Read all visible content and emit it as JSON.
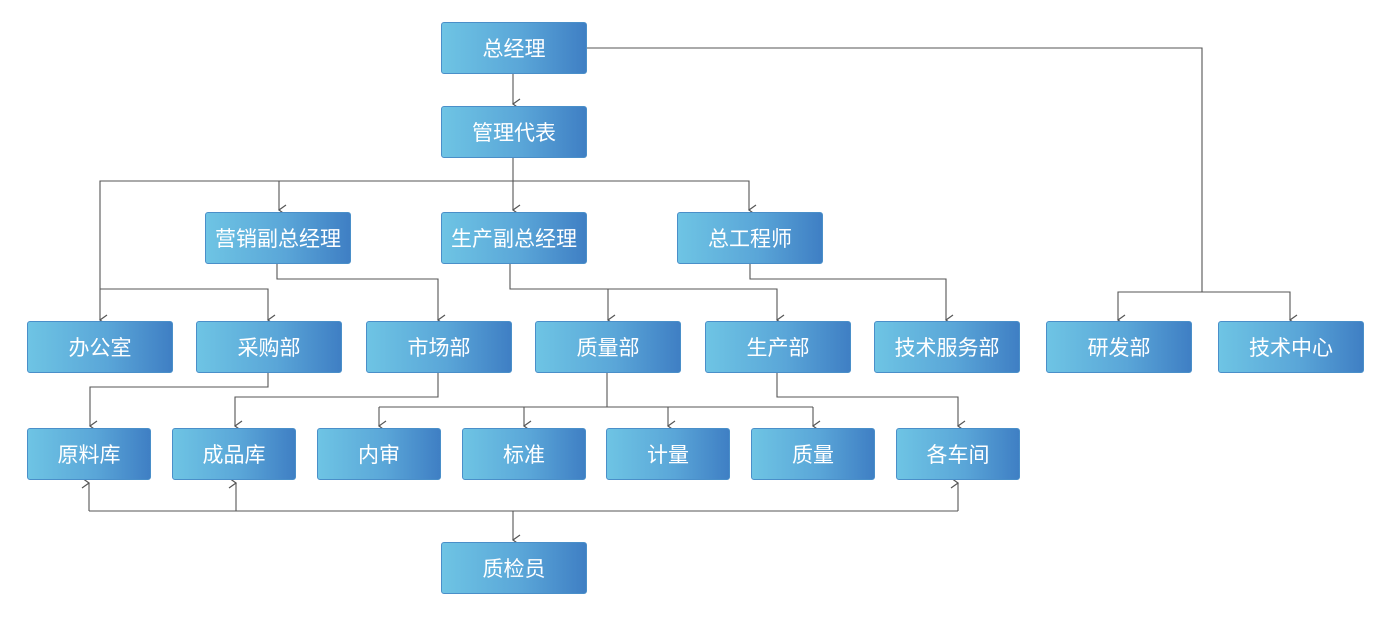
{
  "nodes": {
    "general_manager": "总经理",
    "management_rep": "管理代表",
    "vp_marketing": "营销副总经理",
    "vp_production": "生产副总经理",
    "chief_engineer": "总工程师",
    "office": "办公室",
    "purchasing": "采购部",
    "market": "市场部",
    "quality_dept": "质量部",
    "production_dept": "生产部",
    "tech_service": "技术服务部",
    "rnd": "研发部",
    "tech_center": "技术中心",
    "raw_material_store": "原料库",
    "finished_goods_store": "成品库",
    "internal_audit": "内审",
    "standards": "标准",
    "metrology": "计量",
    "quality": "质量",
    "workshops": "各车间",
    "inspector": "质检员"
  },
  "colors": {
    "box_gradient_start": "#6ec4e4",
    "box_gradient_end": "#3f7fc4",
    "connector": "#555555"
  }
}
